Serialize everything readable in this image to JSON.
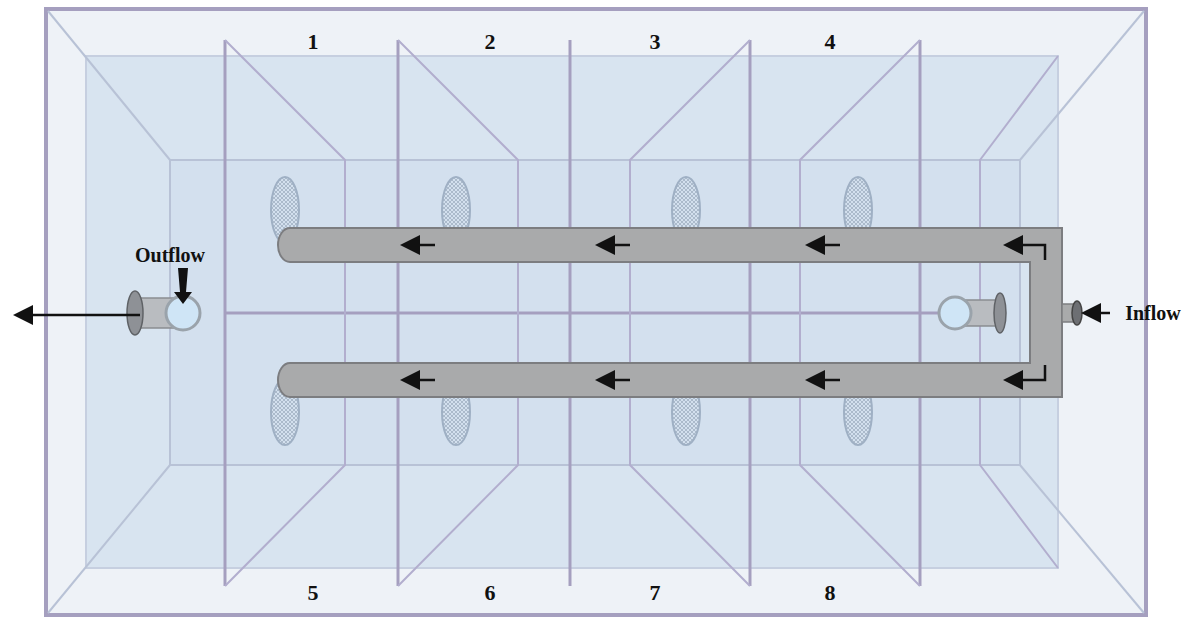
{
  "diagram": {
    "labels": [
      "1",
      "2",
      "3",
      "4",
      "5",
      "6",
      "7",
      "8",
      "Outflow",
      "Inflow"
    ]
  }
}
